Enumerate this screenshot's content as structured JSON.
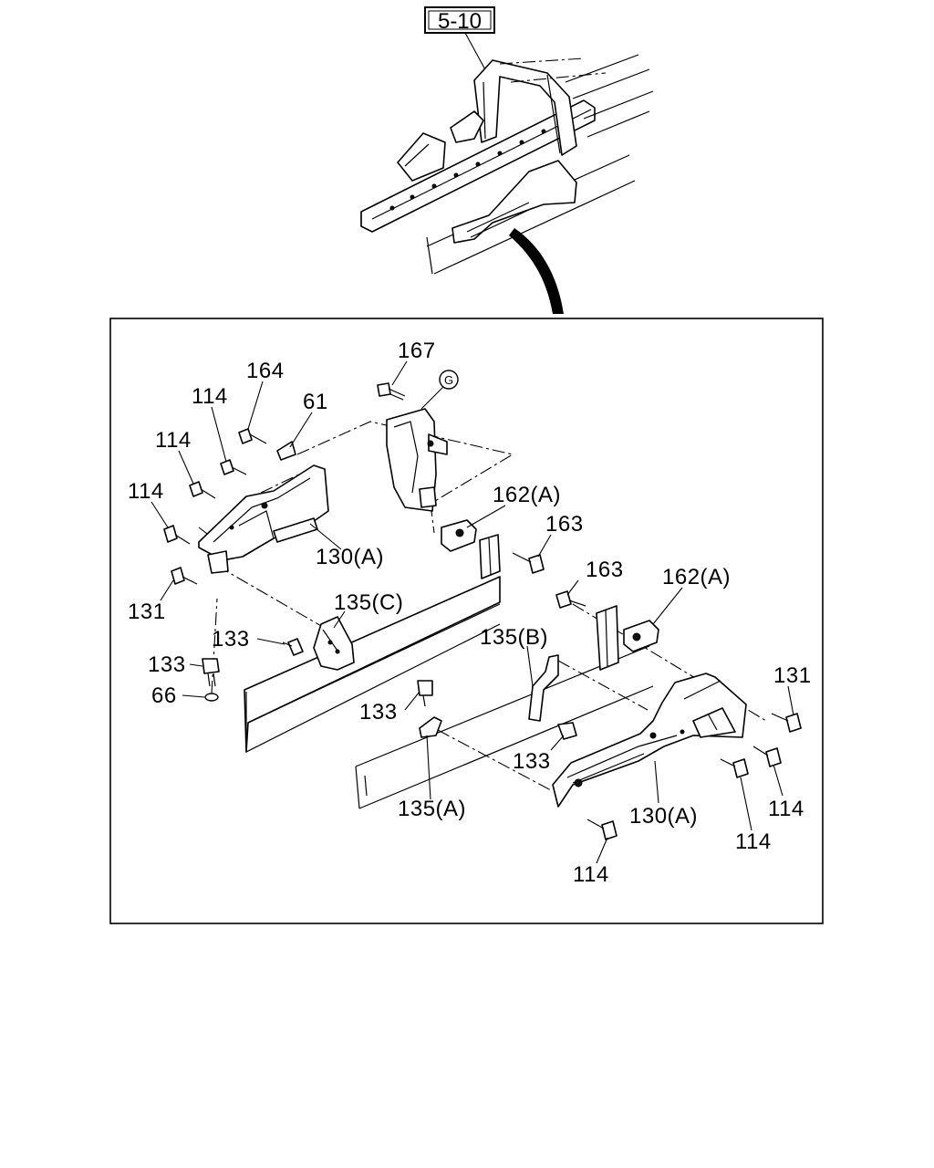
{
  "diagram": {
    "reference_box": {
      "label": "5-10"
    },
    "grommet_marker": {
      "label": "G"
    },
    "callouts": [
      {
        "id": "c167",
        "text": "167"
      },
      {
        "id": "c164",
        "text": "164"
      },
      {
        "id": "c61",
        "text": "61"
      },
      {
        "id": "c114a",
        "text": "114"
      },
      {
        "id": "c114b",
        "text": "114"
      },
      {
        "id": "c114c",
        "text": "114"
      },
      {
        "id": "c162a_top",
        "text": "162(A)"
      },
      {
        "id": "c163_top",
        "text": "163"
      },
      {
        "id": "c130a_left",
        "text": "130(A)"
      },
      {
        "id": "c131_left",
        "text": "131"
      },
      {
        "id": "c135c",
        "text": "135(C)"
      },
      {
        "id": "c133_a",
        "text": "133"
      },
      {
        "id": "c133_b",
        "text": "133"
      },
      {
        "id": "c66",
        "text": "66"
      },
      {
        "id": "c163_mid",
        "text": "163"
      },
      {
        "id": "c162a_mid",
        "text": "162(A)"
      },
      {
        "id": "c135b",
        "text": "135(B)"
      },
      {
        "id": "c131_right",
        "text": "131"
      },
      {
        "id": "c133_c",
        "text": "133"
      },
      {
        "id": "c133_d",
        "text": "133"
      },
      {
        "id": "c114_r1",
        "text": "114"
      },
      {
        "id": "c130a_right",
        "text": "130(A)"
      },
      {
        "id": "c114_r2",
        "text": "114"
      },
      {
        "id": "c135a",
        "text": "135(A)"
      },
      {
        "id": "c114_r3",
        "text": "114"
      }
    ]
  }
}
